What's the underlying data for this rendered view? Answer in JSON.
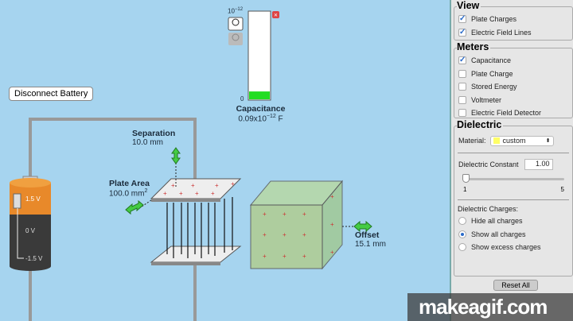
{
  "battery_button": "Disconnect Battery",
  "battery": {
    "top": "1.5 V",
    "mid": "0 V",
    "bottom": "-1.5 V"
  },
  "meter": {
    "scale_top": "10",
    "scale_exp": "−12",
    "scale_zero": "0",
    "title": "Capacitance",
    "value": "0.09x10",
    "value_exp": "−12",
    "unit": " F",
    "fill_fraction": 0.09
  },
  "separation": {
    "label": "Separation",
    "value": "10.0 mm"
  },
  "plate_area": {
    "label": "Plate Area",
    "value": "100.0 mm",
    "sup": "2"
  },
  "offset": {
    "label": "Offset",
    "value": "15.1 mm"
  },
  "panel": {
    "view": {
      "title": "View",
      "items": [
        {
          "label": "Plate Charges",
          "checked": true
        },
        {
          "label": "Electric Field Lines",
          "checked": true
        }
      ]
    },
    "meters": {
      "title": "Meters",
      "items": [
        {
          "label": "Capacitance",
          "checked": true
        },
        {
          "label": "Plate Charge",
          "checked": false
        },
        {
          "label": "Stored Energy",
          "checked": false
        },
        {
          "label": "Voltmeter",
          "checked": false
        },
        {
          "label": "Electric Field Detector",
          "checked": false
        }
      ]
    },
    "dielectric": {
      "title": "Dielectric",
      "material_label": "Material:",
      "material": "custom",
      "constant_label": "Dielectric Constant",
      "constant": "1.00",
      "slider_min": "1",
      "slider_max": "5",
      "slider_value": 1,
      "charges_label": "Dielectric Charges:",
      "options": [
        {
          "label": "Hide all charges",
          "selected": false
        },
        {
          "label": "Show all charges",
          "selected": true
        },
        {
          "label": "Show excess charges",
          "selected": false
        }
      ]
    },
    "reset": "Reset All"
  },
  "watermark": "makeagif.com",
  "colors": {
    "background": "#a6d4ef",
    "accent": "#2a6ac8",
    "meter_fill": "#22dd22"
  }
}
